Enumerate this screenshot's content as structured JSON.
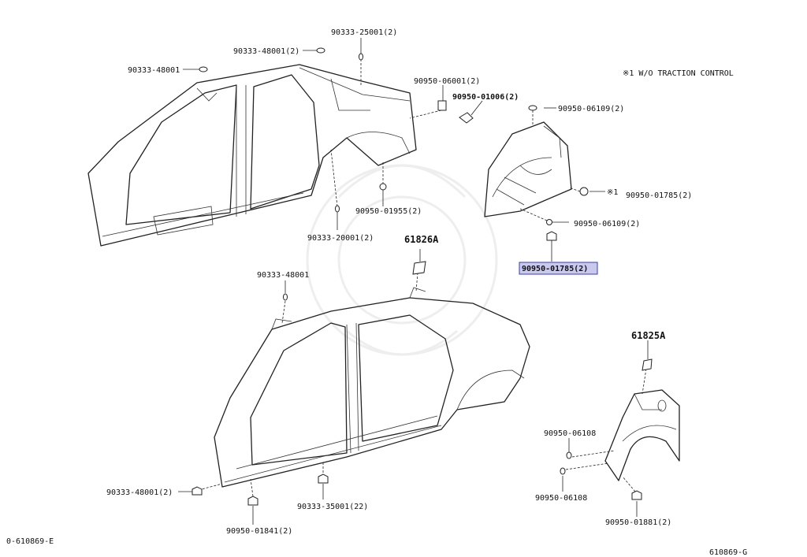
{
  "labels": {
    "l01": "90333-25001(2)",
    "l02": "90333-48001(2)",
    "l03": "90333-48001",
    "l04": "90950-06001(2)",
    "l05": "90950-01006(2)",
    "l06": "90950-06109(2)",
    "l07": "※1",
    "l08": "90950-01785(2)",
    "l09": "90950-06109(2)",
    "l10": "90950-01785(2)",
    "l11": "90950-01955(2)",
    "l12": "90333-20001(2)",
    "l13": "61826A",
    "l14": "90333-48001",
    "l15": "61825A",
    "l16": "90950-06108",
    "l17": "90950-06108",
    "l18": "90950-01881(2)",
    "l19": "90333-48001(2)",
    "l20": "90333-35001(22)",
    "l21": "90950-01841(2)"
  },
  "note": "※1  W/O TRACTION CONTROL",
  "footer_left": "0-610869-E",
  "footer_right": "610869-G",
  "highlight_color": "#c9c9ee"
}
